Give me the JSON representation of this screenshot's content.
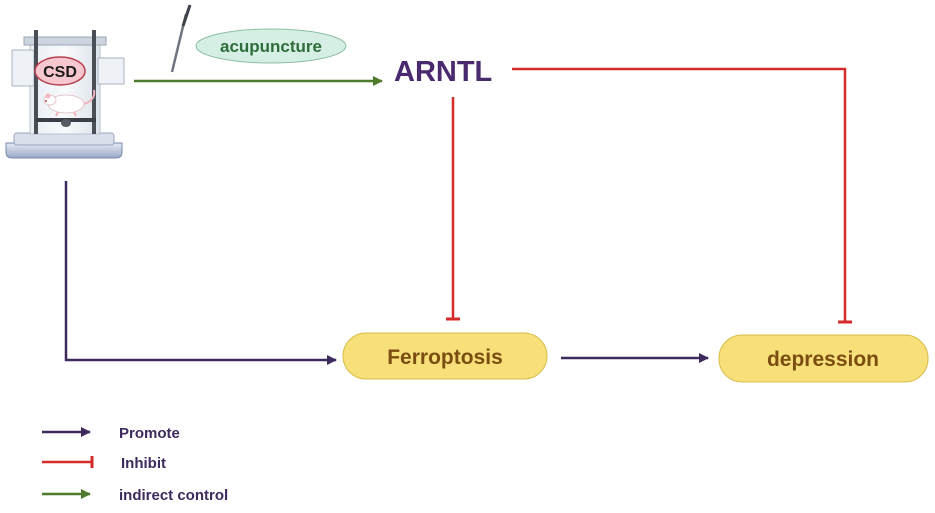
{
  "diagram": {
    "apparatus_label": "CSD",
    "intervention_label": "acupuncture",
    "gene_label": "ARNTL",
    "ferroptosis_label": "Ferroptosis",
    "outcome_label": "depression"
  },
  "legend": {
    "items": [
      {
        "label": "Promote",
        "type": "promote"
      },
      {
        "label": "Inhibit",
        "type": "inhibit"
      },
      {
        "label": "indirect control",
        "type": "indirect"
      }
    ]
  },
  "colors": {
    "promote": "#3e2a5c",
    "inhibit": "#d42a2a",
    "indirect": "#4e7a2c",
    "node_fill": "#f7df7a",
    "node_stroke": "#d8bc4a",
    "gene_text": "#4a2a6e",
    "node_text": "#7a4d10",
    "acupuncture_fill": "#d6efe4",
    "acupuncture_text": "#2e6e3a",
    "csd_fill": "#f6c7cf"
  },
  "icons": {
    "apparatus": "cage-apparatus-icon",
    "mouse": "mouse-icon",
    "needle": "acupuncture-needle-icon"
  }
}
